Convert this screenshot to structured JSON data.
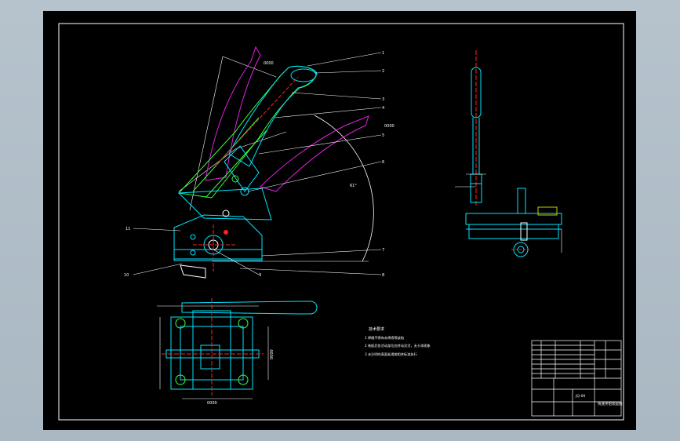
{
  "drawing": {
    "background": "#000000",
    "colors": {
      "cyan": "#00e5ff",
      "green": "#3cff3c",
      "magenta": "#e020e0",
      "white": "#ffffff",
      "red": "#ff2020",
      "yellow": "#ffff00"
    },
    "part_labels": [
      "1",
      "2",
      "3",
      "4",
      "5",
      "6",
      "7",
      "8",
      "9",
      "10",
      "11"
    ],
    "angle_label": "61°",
    "dimensions": {
      "span": "0000",
      "arc": "0000",
      "height": "0000",
      "width": "0000"
    },
    "notes": {
      "heading": "技术要求",
      "lines": [
        "1 焊缝不得有未焊透等缺陷",
        "2 装配后各活动部位应转动灵活，无卡滞现象",
        "3 未注明的表面处理按相关标准执行"
      ]
    },
    "title_block": {
      "name": "快速夹钳装配图",
      "drawing_no": "JQ-00"
    }
  }
}
